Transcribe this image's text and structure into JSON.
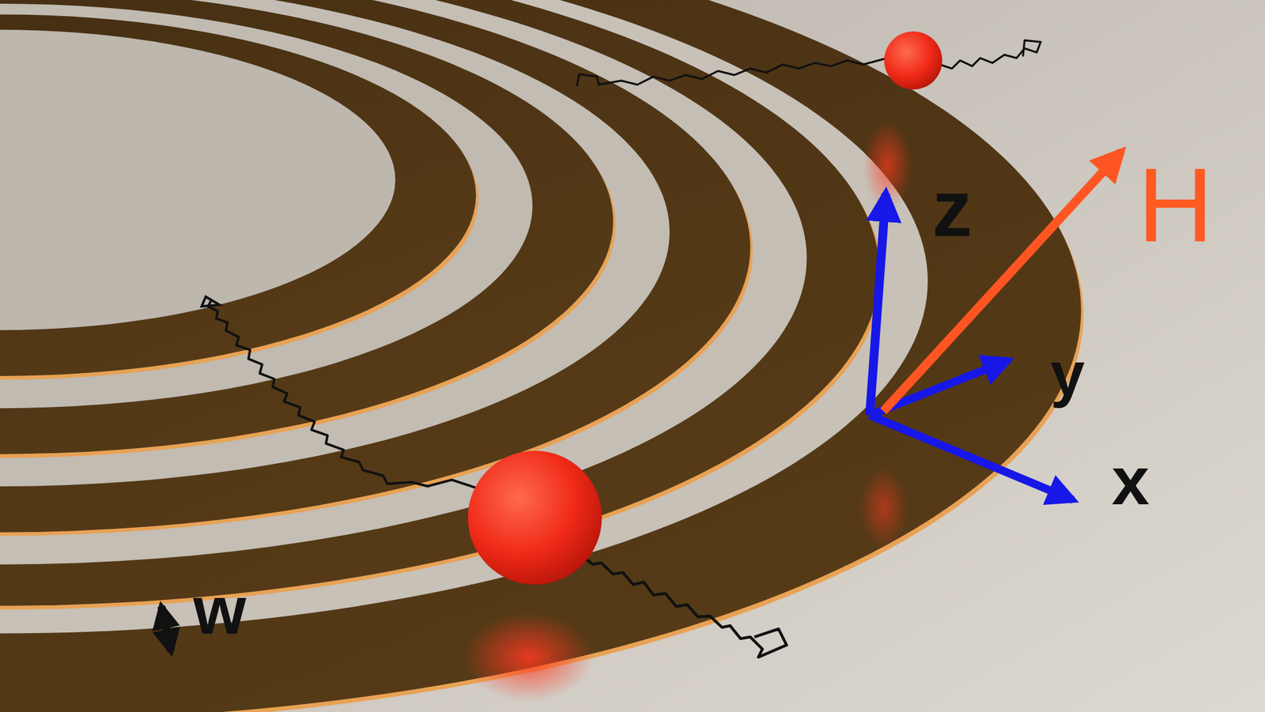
{
  "diagram": {
    "labels": [
      "z",
      "y",
      "x",
      "H",
      "w"
    ]
  }
}
